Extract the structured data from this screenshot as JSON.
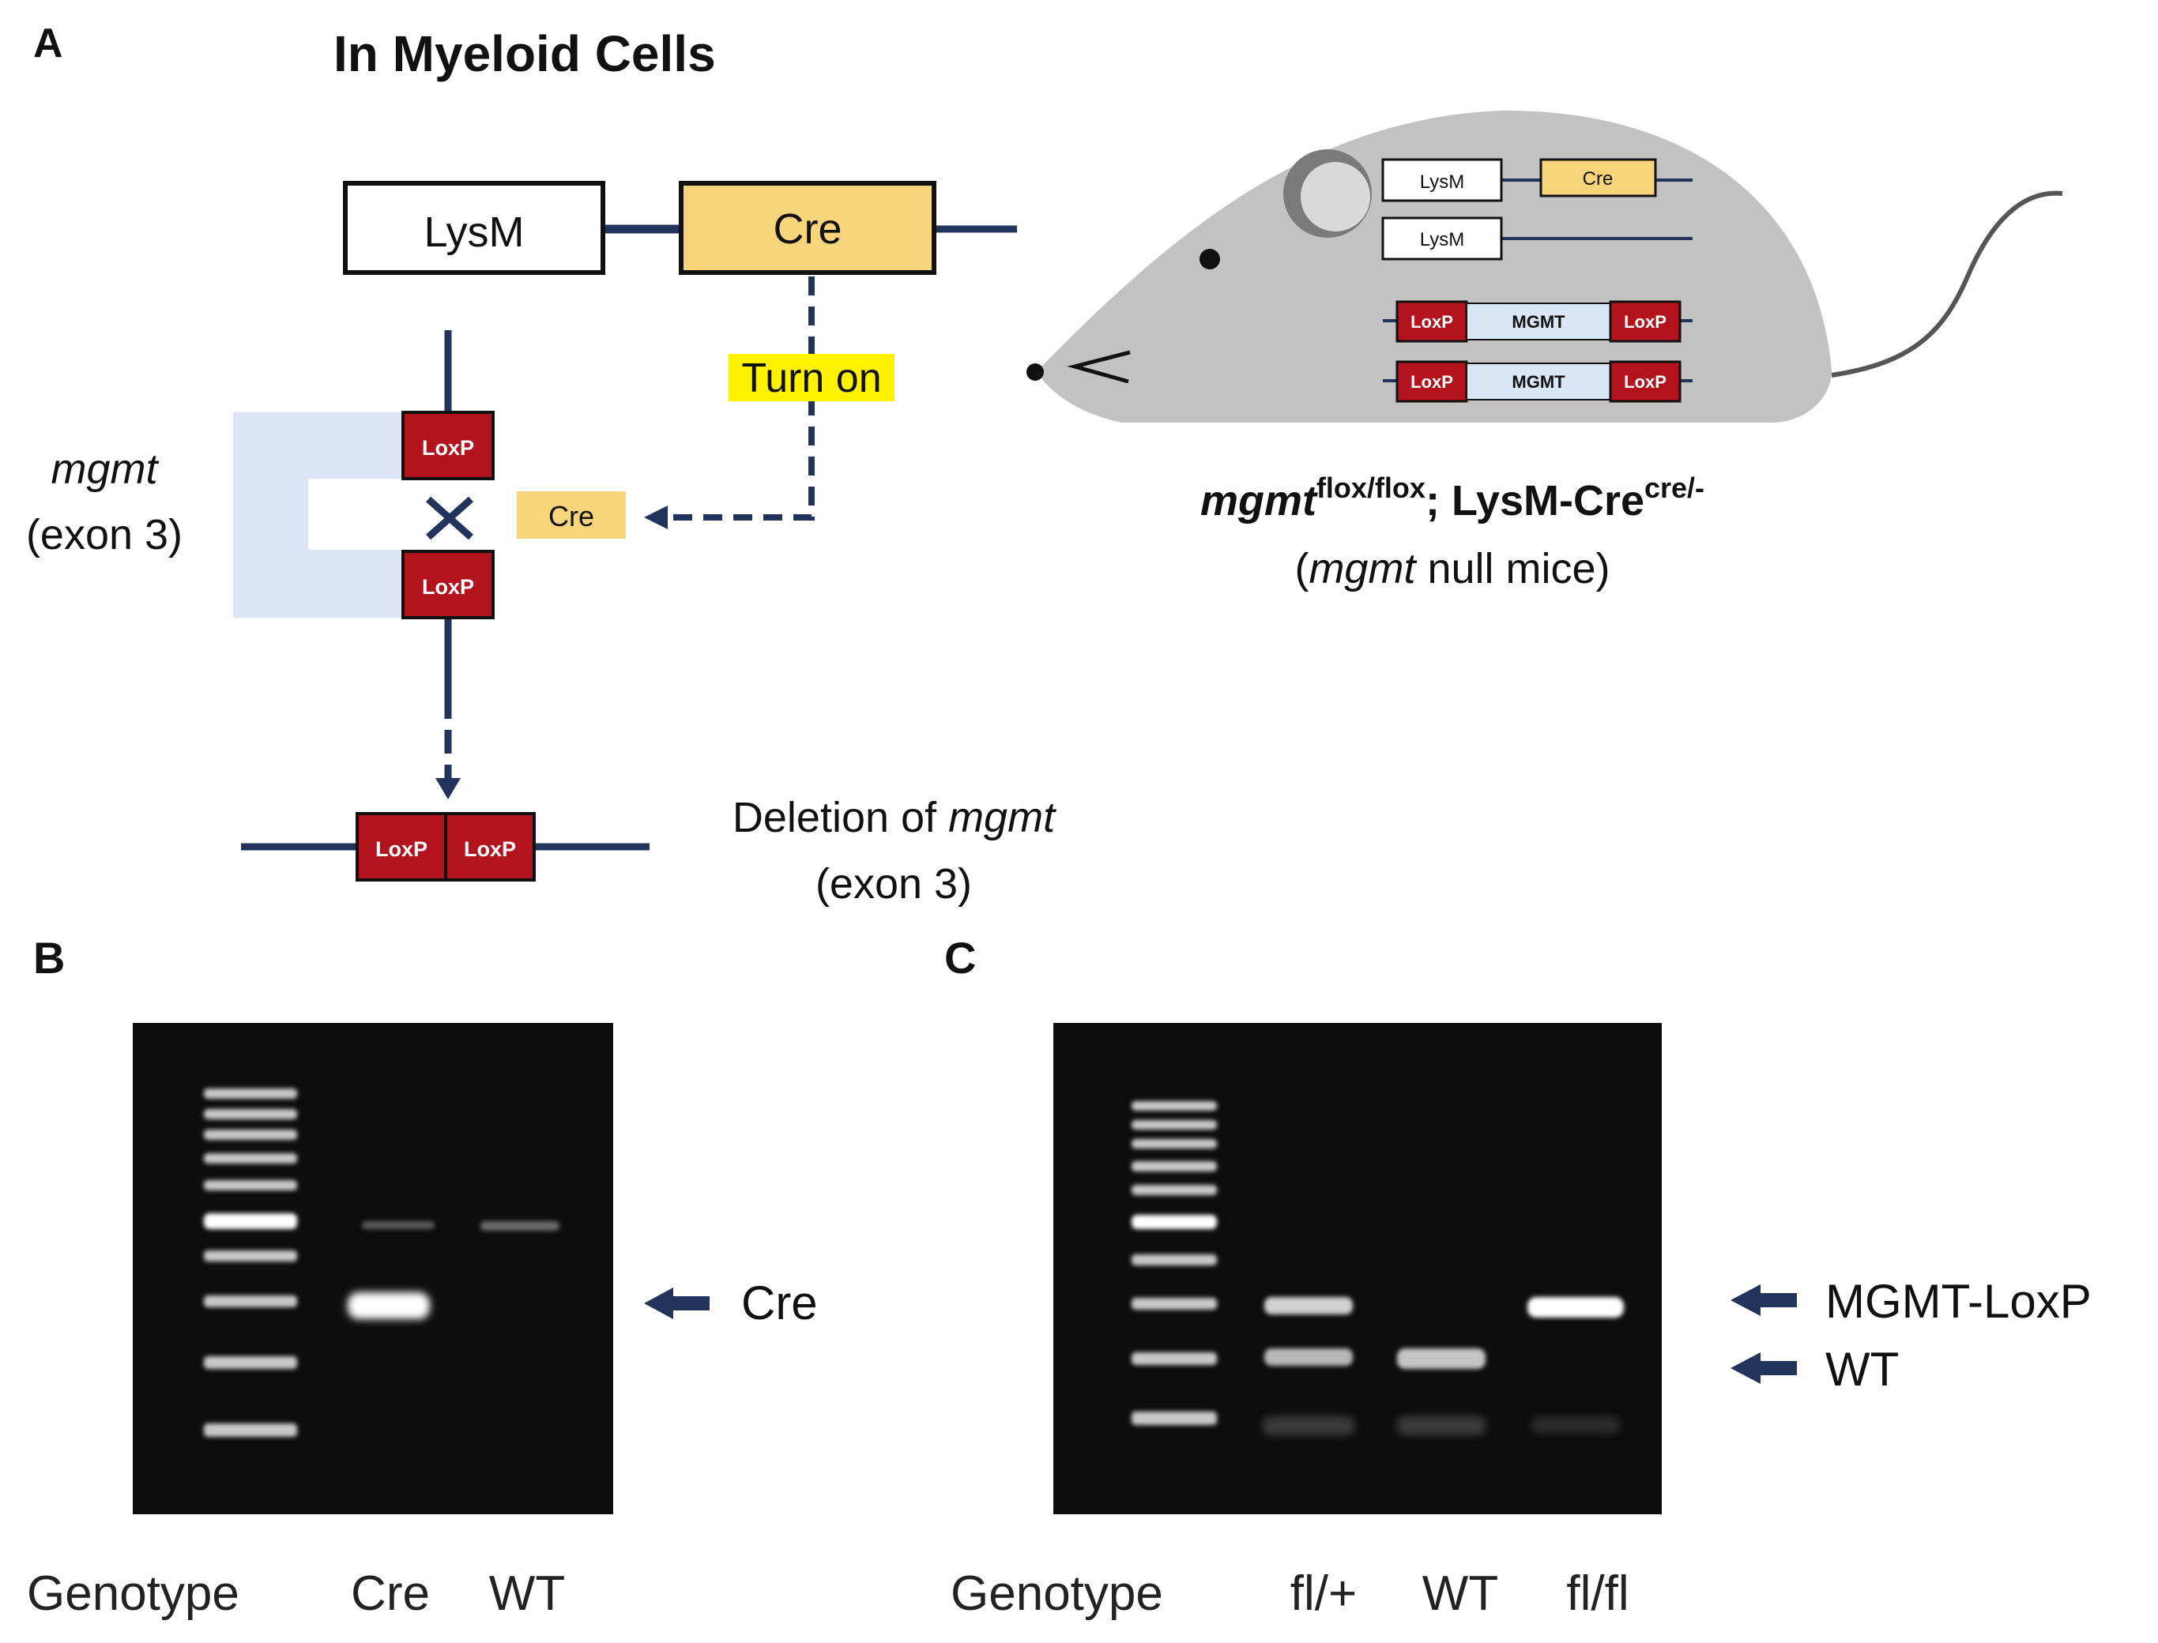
{
  "panel_a": {
    "letter": "A",
    "title": "In Myeloid Cells",
    "promoter": "LysM",
    "recombinase": "Cre",
    "turn_on": "Turn on",
    "gene_name": "mgmt",
    "exon": "(exon 3)",
    "loxp": "LoxP",
    "cre_small": "Cre",
    "deletion_prefix": "Deletion of ",
    "deletion_gene": "mgmt",
    "deletion_exon": "(exon 3)",
    "mouse": {
      "lysm": "LysM",
      "cre": "Cre",
      "mgmt_box": "MGMT",
      "loxp": "LoxP"
    },
    "genotype_gene": "mgmt",
    "genotype_gene_sup": "flox/flox",
    "genotype_sep": "; LysM-Cre",
    "genotype_cre_sup": "cre/-",
    "null_open": "(",
    "null_gene": "mgmt",
    "null_rest": " null mice)"
  },
  "panel_b": {
    "letter": "B",
    "genotype_label": "Genotype",
    "lanes": [
      "Cre",
      "WT"
    ],
    "arrow_label": "Cre"
  },
  "panel_c": {
    "letter": "C",
    "genotype_label": "Genotype",
    "lanes": [
      "fl/+",
      "WT",
      "fl/fl"
    ],
    "arrow_labels": [
      "MGMT-LoxP",
      "WT"
    ]
  },
  "colors": {
    "navy": "#22345c",
    "cre_yellow": "#f8d47a",
    "loxp_red": "#b3131c",
    "highlight": "#fff200",
    "mouse_gray": "#c2c2c2",
    "bracket_blue": "#dbe5f5",
    "mgmt_box": "#d8e6f5",
    "gel": "#0d0d0d"
  }
}
